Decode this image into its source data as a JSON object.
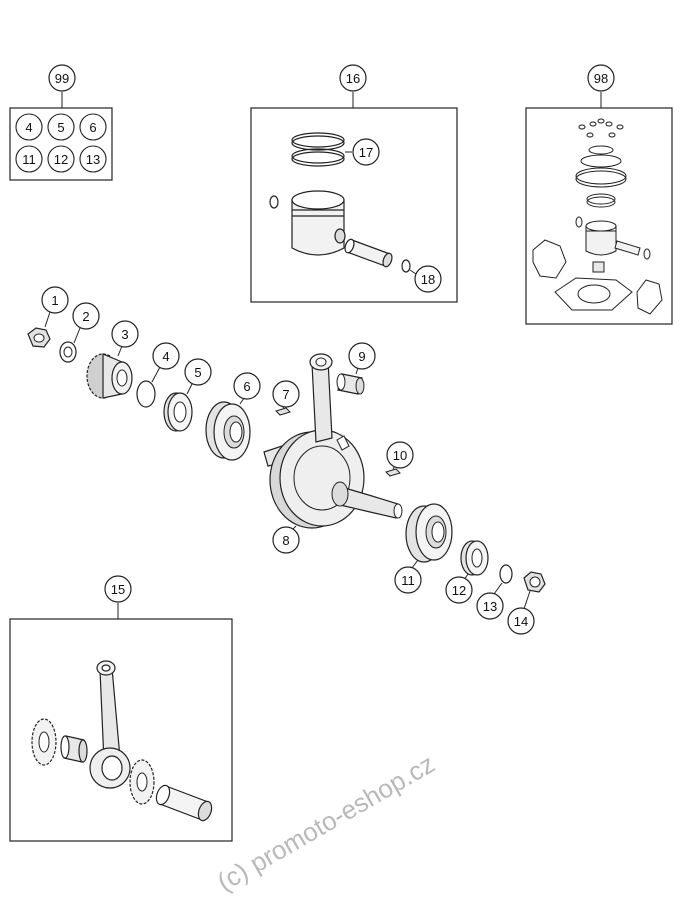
{
  "diagram": {
    "kit_99": {
      "label": "99",
      "contents": [
        "4",
        "5",
        "6",
        "11",
        "12",
        "13"
      ]
    },
    "kit_16": {
      "label": "16",
      "sub_labels": [
        "17",
        "18"
      ]
    },
    "kit_98": {
      "label": "98"
    },
    "kit_15": {
      "label": "15"
    },
    "parts": [
      "1",
      "2",
      "3",
      "4",
      "5",
      "6",
      "7",
      "8",
      "9",
      "10",
      "11",
      "12",
      "13",
      "14"
    ]
  },
  "watermark": "(c) promoto-eshop.cz"
}
